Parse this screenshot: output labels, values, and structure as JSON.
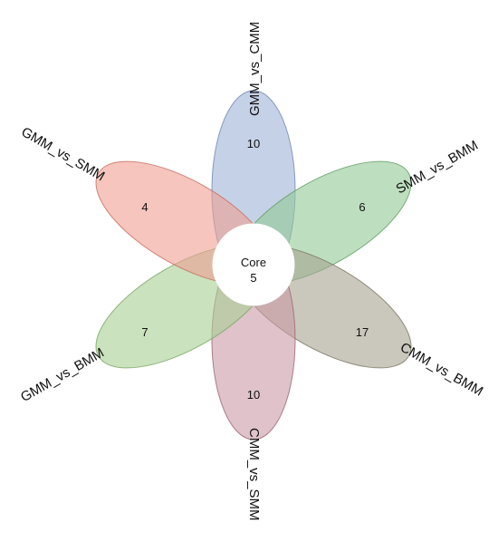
{
  "core": {
    "label": "Core",
    "count": "5"
  },
  "sets": [
    {
      "name": "GMM_vs_CMM",
      "unique": "10",
      "fill": "#9fb3d6",
      "stroke": "#6f86b3"
    },
    {
      "name": "SMM_vs_BMM",
      "unique": "6",
      "fill": "#93c896",
      "stroke": "#5e9c62"
    },
    {
      "name": "CMM_vs_BMM",
      "unique": "17",
      "fill": "#a7a48f",
      "stroke": "#77745e"
    },
    {
      "name": "CMM_vs_SMM",
      "unique": "10",
      "fill": "#c99aa6",
      "stroke": "#9a6573"
    },
    {
      "name": "GMM_vs_BMM",
      "unique": "7",
      "fill": "#a9cf92",
      "stroke": "#7aa462"
    },
    {
      "name": "GMM_vs_SMM",
      "unique": "4",
      "fill": "#ef9f93",
      "stroke": "#c56a5d"
    }
  ]
}
